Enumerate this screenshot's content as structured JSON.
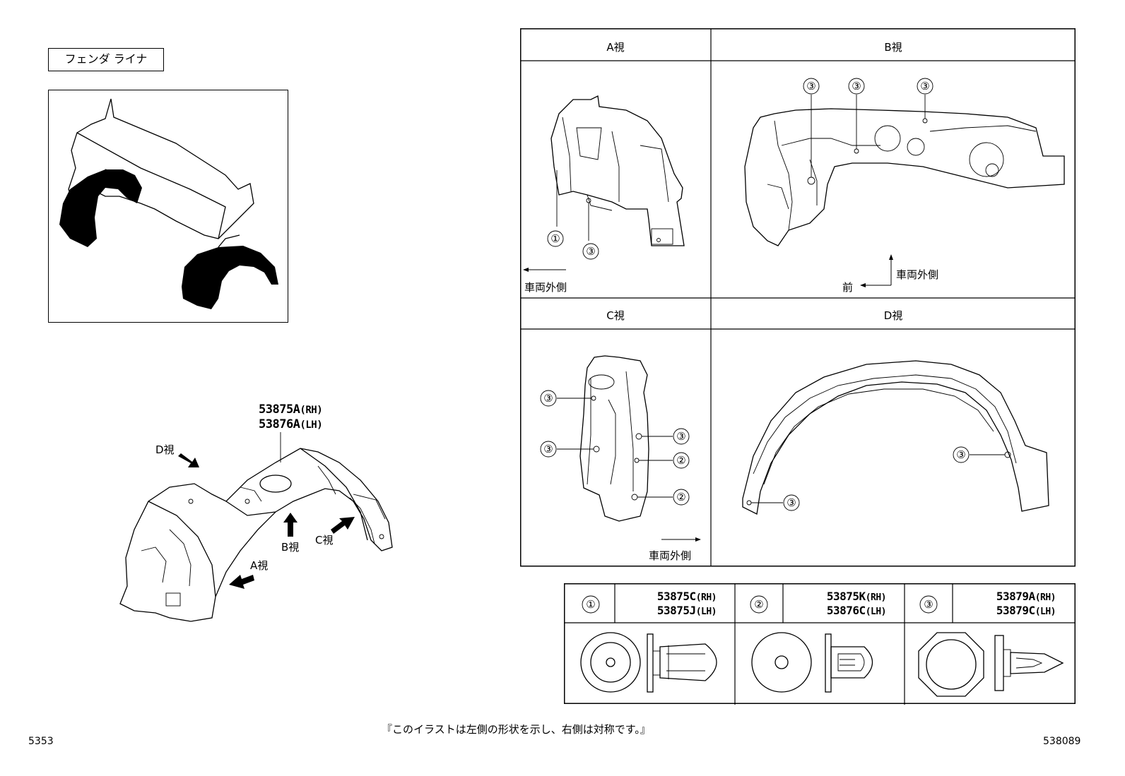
{
  "title": "フェンダ ライナ",
  "main_part": {
    "rh": "53875A",
    "rh_sfx": "(RH)",
    "lh": "53876A",
    "lh_sfx": "(LH)"
  },
  "view_arrows": {
    "a": "A視",
    "b": "B視",
    "c": "C視",
    "d": "D視"
  },
  "views": {
    "a": {
      "header": "A視",
      "callouts": [
        "①",
        "③"
      ],
      "direction": "車両外側"
    },
    "b": {
      "header": "B視",
      "callouts": [
        "③",
        "③",
        "③"
      ],
      "direction_front": "前",
      "direction_out": "車両外側"
    },
    "c": {
      "header": "C視",
      "callouts": [
        "③",
        "③",
        "③",
        "②",
        "②"
      ],
      "direction": "車両外側"
    },
    "d": {
      "header": "D視",
      "callouts": [
        "③",
        "③"
      ]
    }
  },
  "clips": [
    {
      "num": "①",
      "rh": "53875C",
      "rh_sfx": "(RH)",
      "lh": "53875J",
      "lh_sfx": "(LH)"
    },
    {
      "num": "②",
      "rh": "53875K",
      "rh_sfx": "(RH)",
      "lh": "53876C",
      "lh_sfx": "(LH)"
    },
    {
      "num": "③",
      "rh": "53879A",
      "rh_sfx": "(RH)",
      "lh": "53879C",
      "lh_sfx": "(LH)"
    }
  ],
  "footnote": "『このイラストは左側の形状を示し、右側は対称です。』",
  "page_code": "5353",
  "figure_code": "538089"
}
